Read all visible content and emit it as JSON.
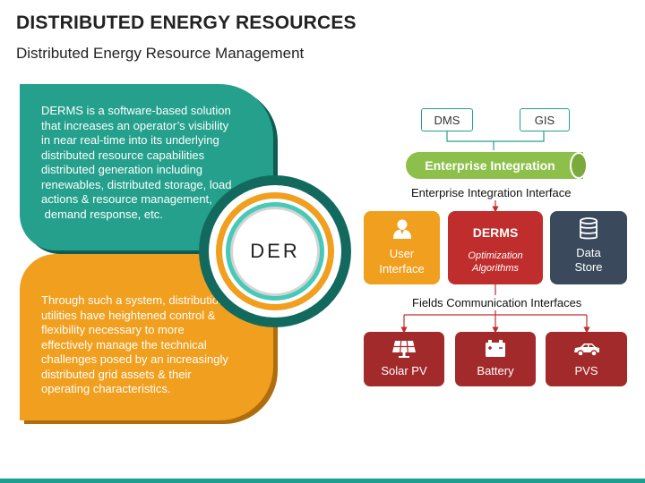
{
  "header": {
    "title": "DISTRIBUTED ENERGY RESOURCES",
    "subtitle": "Distributed Energy Resource Management"
  },
  "panels": {
    "top_lines": [
      "DERMS is a software-based solution",
      "that increases an operator’s visibility",
      "in near real-time into its underlying",
      "distributed resource capabilities",
      "distributed generation including",
      "renewables, distributed storage, load",
      "actions & resource management,",
      " demand response, etc."
    ],
    "bottom_lines": [
      "Through such a system, distribution",
      "utilities have heightened control &",
      "flexibility necessary to more",
      "effectively manage the technical",
      "challenges posed by an increasingly",
      "distributed grid assets & their",
      "operating characteristics."
    ]
  },
  "center": {
    "label": "DER"
  },
  "diagram": {
    "dms": "DMS",
    "gis": "GIS",
    "enterprise_integration": "Enterprise Integration",
    "enterprise_interface_label": "Enterprise Integration Interface",
    "user_interface": {
      "line1": "User",
      "line2": "Interface",
      "icon": "user-icon"
    },
    "derms": {
      "title": "DERMS",
      "sub1": "Optimization",
      "sub2": "Algorithms"
    },
    "data_store": {
      "line1": "Data",
      "line2": "Store",
      "icon": "database-icon"
    },
    "fields_label": "Fields Communication Interfaces",
    "devices": [
      {
        "label": "Solar PV",
        "icon": "solar-panel-icon"
      },
      {
        "label": "Battery",
        "icon": "battery-icon"
      },
      {
        "label": "PVS",
        "icon": "car-icon"
      }
    ]
  },
  "colors": {
    "teal": "#24a08c",
    "orange": "#f19f1f",
    "red": "#bf2d2d",
    "dark_red": "#a32a2a",
    "slate": "#3a4a5c",
    "green": "#8dc04a"
  }
}
